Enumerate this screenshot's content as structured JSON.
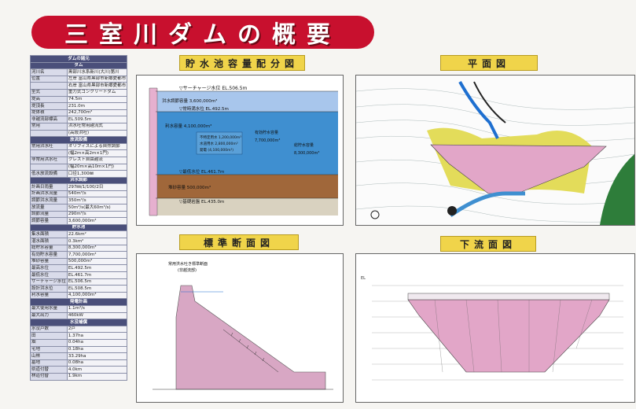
{
  "title": "三室川ダムの概要",
  "spec_table": [
    {
      "k": "ダムの諸元",
      "v": "",
      "hd": true
    },
    {
      "k": "ダム",
      "v": "",
      "hd": true
    },
    {
      "k": "河川名",
      "v": "黒部川水系新川(大川)第川"
    },
    {
      "k": "位置",
      "v": "左岸 富山県黒部市新郷愛都市"
    },
    {
      "k": "",
      "v": "右岸 富山県黒部市新郷愛都市"
    },
    {
      "k": "型式",
      "v": "重力式コンクリートダム"
    },
    {
      "k": "堤高",
      "v": "74.5m"
    },
    {
      "k": "堤頂長",
      "v": "231.0m"
    },
    {
      "k": "堤体積",
      "v": "242,700m³"
    },
    {
      "k": "非越流部標高",
      "v": "EL.509.5m"
    },
    {
      "k": "常用",
      "v": "洪水吐常用越流式"
    },
    {
      "k": "",
      "v": "(高段洪吐)"
    },
    {
      "k": "放流設備",
      "v": "",
      "hd": true
    },
    {
      "k": "常用洪水吐",
      "v": "オリフィスによる自然調節"
    },
    {
      "k": "",
      "v": "(幅2m×高2m×1門)"
    },
    {
      "k": "非常用洪水吐",
      "v": "クレスト自由越流"
    },
    {
      "k": "",
      "v": "(幅20m×高10m×1門)"
    },
    {
      "k": "低水放流設備",
      "v": "口径1,300㎜"
    },
    {
      "k": "洪水調節",
      "v": "",
      "hd": true
    },
    {
      "k": "計画日雨量",
      "v": "297㎜/1/100/2日"
    },
    {
      "k": "計画洪水流量",
      "v": "540m³/s"
    },
    {
      "k": "調節洪水流量",
      "v": "350m³/s"
    },
    {
      "k": "放流量",
      "v": "50m³/s(最大60m³/s)"
    },
    {
      "k": "調節流量",
      "v": "290m³/s"
    },
    {
      "k": "調節容量",
      "v": "3,600,000m³"
    },
    {
      "k": "貯水池",
      "v": "",
      "hd": true
    },
    {
      "k": "集水面積",
      "v": "22.6km²"
    },
    {
      "k": "湛水面積",
      "v": "0.3km²"
    },
    {
      "k": "総貯水容量",
      "v": "8,300,000m³"
    },
    {
      "k": "有効貯水容量",
      "v": "7,700,000m³"
    },
    {
      "k": "堆砂容量",
      "v": "500,000m³"
    },
    {
      "k": "最高水位",
      "v": "EL.492.5m"
    },
    {
      "k": "最低水位",
      "v": "EL.461.7m"
    },
    {
      "k": "サーチャージ水位",
      "v": "EL.506.5m"
    },
    {
      "k": "設計洪水位",
      "v": "EL.508.5m"
    },
    {
      "k": "利水容量",
      "v": "4,100,000m³"
    },
    {
      "k": "発電計画",
      "v": "",
      "hd": true
    },
    {
      "k": "最大使用水量",
      "v": "1.1m³/s"
    },
    {
      "k": "最大出力",
      "v": "460kW"
    },
    {
      "k": "水没補償",
      "v": "",
      "hd": true
    },
    {
      "k": "水没戸数",
      "v": "2戸"
    },
    {
      "k": "田",
      "v": "1.37ha"
    },
    {
      "k": "畑",
      "v": "0.04ha"
    },
    {
      "k": "宅地",
      "v": "0.18ha"
    },
    {
      "k": "山林",
      "v": "33.29ha"
    },
    {
      "k": "墓地",
      "v": "0.08ha"
    },
    {
      "k": "県道付替",
      "v": "4.0km"
    },
    {
      "k": "林道付替",
      "v": "1.9km"
    }
  ],
  "panels": {
    "capacity": {
      "title": "貯水池容量配分図"
    },
    "plan": {
      "title": "平面図"
    },
    "section": {
      "title": "標準断面図"
    },
    "downstream": {
      "title": "下流面図"
    }
  },
  "capacity_labels": {
    "surcharge": "▽サーチャージ水位 EL.506.5m",
    "flood_cap": "洪水調節容量 3,600,000m³",
    "normal": "▽常時満水位 EL.492.5m",
    "use_cap": "利水容量 4,100,000m³",
    "detail1": "不特定用水 1,200,000m³",
    "detail2": "水道用水 2,800,000m³",
    "detail3": "発電 (4,100,000m³)",
    "effective": "有効貯水容量",
    "effective_val": "7,700,000m³",
    "total": "総貯水容量",
    "total_val": "8,300,000m³",
    "min": "▽最低水位 EL.461.7m",
    "sediment": "堆砂容量 500,000m³",
    "base": "▽基礎岩盤 EL.435.0m"
  },
  "section_labels": {
    "cap1": "常用洪水吐き標準断面",
    "cap2": "(非越流部)"
  },
  "downstream_labels": {
    "scale_top": "EL"
  },
  "colors": {
    "banner": "#c8102e",
    "header": "#f0d44a",
    "water": "#3f8fd0",
    "flood": "#a8c6ec",
    "sediment": "#a0673a",
    "dam": "#e2a6c8",
    "terrain": "#e3dc5a",
    "forest": "#2e7d3a"
  }
}
